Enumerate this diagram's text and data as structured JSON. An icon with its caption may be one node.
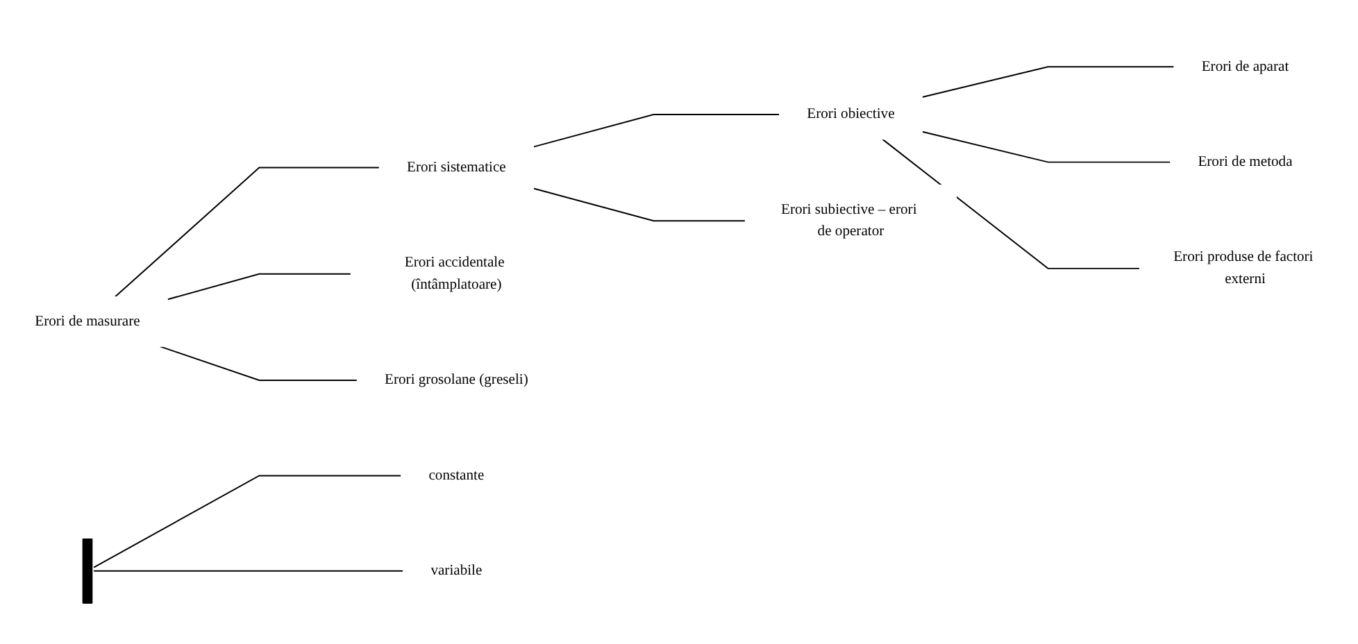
{
  "diagram": {
    "nodes": [
      {
        "text": [
          "Erori de masurare"
        ]
      },
      {
        "text": [
          "Erori sistematice"
        ]
      },
      {
        "text": [
          "Erori accidentale (întâmplatoare)"
        ]
      },
      {
        "text": [
          "Erori grosolane (greseli)"
        ]
      },
      {
        "text": [
          "Erori obiective"
        ]
      },
      {
        "text": [
          "Erori subiective – erori de operator"
        ]
      },
      {
        "text": [
          "Erori de aparat"
        ]
      },
      {
        "text": [
          "Erori de metoda"
        ]
      },
      {
        "text": [
          "Erori produse de factori externi"
        ]
      },
      {
        "text": [],
        "shape": "bar"
      },
      {
        "text": [
          "constante"
        ]
      },
      {
        "text": [
          "variabile"
        ]
      }
    ],
    "edges": [
      {
        "from": 0,
        "to": 1,
        "arrow": "none"
      },
      {
        "from": 0,
        "to": 2,
        "arrow": "none"
      },
      {
        "from": 0,
        "to": 3,
        "arrow": "none"
      },
      {
        "from": 1,
        "to": 4,
        "arrow": "none"
      },
      {
        "from": 4,
        "to": 6,
        "arrow": "none"
      },
      {
        "from": 4,
        "to": 7,
        "arrow": "none"
      },
      {
        "from": 4,
        "to": 8,
        "arrow": "none"
      },
      {
        "from": 1,
        "to": 5,
        "arrow": "none"
      },
      {
        "from": 9,
        "to": 10,
        "arrow": "none"
      },
      {
        "from": 9,
        "to": 11,
        "arrow": "none"
      }
    ]
  }
}
